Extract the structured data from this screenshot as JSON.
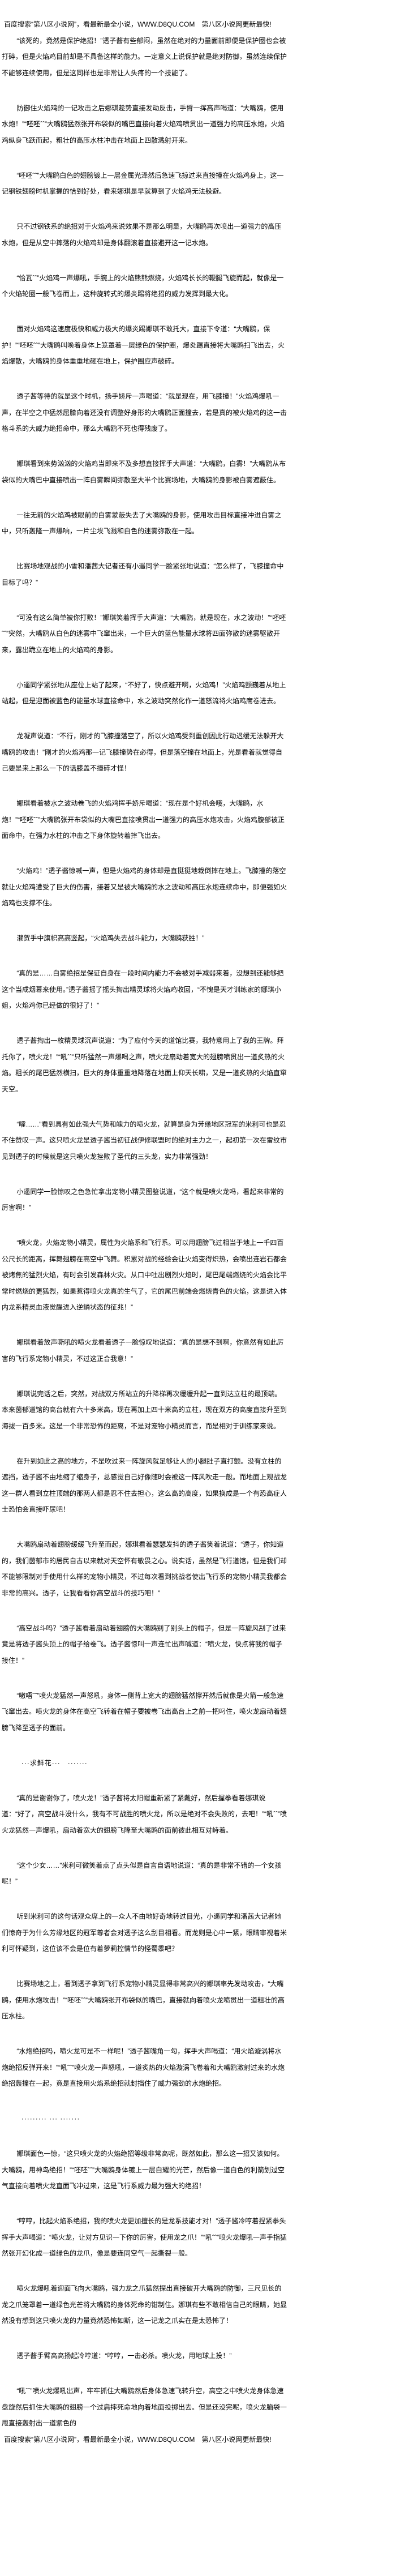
{
  "header": "百度搜索“第八区小说网”，看最新最全小说，WWW.D8QU.COM　第八区小说网更新最快!",
  "paragraphs": [
    "“该死的，竟然是保护绝招！”透子酱有些郁闷，虽然在绝对的力量面前即便是保护圈也会被打碎，但是火焰鸡目前却是不具备这样的能力。一定意义上说保护就是绝对防御，虽然连续保护不能够连续使用，但是这同样也是非常让人头疼的一个技能了。",
    "防御住火焰鸡的一记攻击之后娜琪趁势直接发动反击，手臂一挥高声喝道：“大嘴鸥，使用水炮！”“呸呸ˆˆ”大嘴鸥猛然张开布袋似的嘴巴直接向着火焰鸡喷贯出一道强力的高压水炮，火焰鸡纵身飞跃而起，粗壮的高压水柱冲击在地面上四散溅射开来。",
    "“呸呸ˆˆ”大嘴鸥白色的翅膀镀上一层金属光泽然后急速飞掠过来直接撞在火焰鸡身上，这一记钢铁翅膀时机掌握的恰到好处，看来娜琪是早就算到了火焰鸡无法躲避。",
    "只不过钢铁系的绝招对于火焰鸡来说效果不是那么明显，大嘴鸥再次喷出一道强力的高压水炮，但是从空中摔落的火焰鸡却是身体翻滚着直接避开这一记水炮。",
    "“恰瓦ˆˆ”火焰鸡一声爆吼，手腕上的火焰熊熊燃烧，火焰鸡长长的鞭腿飞旋而起，就像是一个火焰轮圈一般飞卷而上，这种旋转式的爆炎踢将绝招的威力发挥到最大化。",
    "面对火焰鸡这速度极快和威力极大的爆炎踢娜琪不敢托大，直接下令道：“大嘴鸥，保护！”“呸呸ˆˆ”大嘴鸥叫唤着身体上笼罩着一层绿色的保护圈，爆炎踢直接将大嘴鸥扫飞出去，火焰爆散，大嘴鸥的身体重重地砸在地上，保护圈应声破碎。",
    "透子酱等待的就是这个时机，扬手娇斥一声喝道：“就是现在，用飞膝撞！”火焰鸡爆吼一声，在半空之中猛然屈膝向着还没有调整好身形的大嘴鸥正面撞去，若是真的被火焰鸡的这一击格斗系的大威力绝招命中，那么大嘴鸥不死也得残废了。",
    "娜琪看到来势汹汹的火焰鸡当即来不及多想直接挥手大声道：“大嘴鸥，白雾！”大嘴鸥从布袋似的大嘴巴中直接喷出一阵白雾瞬间弥散至大半个比赛场地，大嘴鸥的身影被白雾遮蔽住。",
    "一往无前的火焰鸡被眼前的白雾蒙蔽失去了大嘴鸥的身影，使用攻击目标直接冲进白雾之中，只听轰隆一声爆响，一片尘埃飞溅和白色的迷雾弥散在一起。",
    "比赛场地观战的小雪和潘茜大记者还有小遥同学一脸紧张地说道：“怎么样了，飞膝撞命中目标了吗？”",
    "“可没有这么简单被你打败！”娜琪笑着挥手大声道：“大嘴鸥，就是现在，水之波动！”“呸呸ˆˆ”突然，大嘴鸥从白色的迷雾中飞窜出来，一个巨大的蓝色能量水球将四面弥散的迷雾驱散开来，露出跪立在地上的火焰鸡的身影。",
    "小遥同学紧张地从座位上站了起来，“不好了，快点避开啊，火焰鸡！”火焰鸡颤巍着从地上站起，但是迎面被蓝色的能量水球直接命中，水之波动突然化作一道怒流将火焰鸡席卷进去。",
    "龙凝声说道：“不行，刚才的飞膝撞落空了，所以火焰鸡受到重创因此行动迟缓无法躲开大嘴鸥的攻击！”刚才的火焰鸡那一记飞膝撞势在必得，但是落空撞在地面上，光是看着就觉得自己要是来上那么一下的话膝盖不撞碎才怪！",
    "娜琪看着被水之波动卷飞的火焰鸡挥手娇斥喝道：“现在是个好机会哦，大嘴鸥，水炮！”“呸呸ˆˆ”大嘴鸥张开布袋似的大嘴巴直接喷贯出一道强力的高压水炮攻击，火焰鸡腹部被正面命中，在强力水柱的冲击之下身体旋转着摔飞出去。",
    "“火焰鸡！”透子酱惊喊一声，但是火焰鸡的身体却是直挺挺地栽倒摔在地上。飞膝撞的落空就让火焰鸡遭受了巨大的伤害，接着又是被大嘴鸥的水之波动和高压水炮连续命中，即便强如火焰鸡也支撑不住。",
    "濑贺手中旗帜高高竖起，“火焰鸡失去战斗能力，大嘴鸥获胜！”",
    "“真的是……白雾绝招是保证自身在一段时间内能力不会被对手减弱来着，没想到还能够把这个当成烟幕来使用。”透子酱摇了摇头掏出精灵球将火焰鸡收回，“不愧是天才训练家的娜琪小姐，火焰鸡你已经做的很好了！”",
    "透子酱掏出一枚精灵球沉声说道：“为了应付今天的道馆比赛，我特意用上了我的王牌。拜托你了，喷火龙！”“吼ˆˆ”只听猛然一声爆喝之声，喷火龙扇动着宽大的翅膀喷贯出一道炙热的火焰。粗长的尾巴猛然横扫，巨大的身体重重地降落在地面上仰天长啸，又是一道炙热的火焰直窜天空。",
    "“嚯……”看到具有如此强大气势和魄力的喷火龙，就算是身为芳缘地区冠军的米利可也是忍不住赞叹一声。这只喷火龙是透子酱当初征战伊修联盟时的绝对主力之一，起初第一次在雷纹市见到透子的时候就是这只喷火龙挫败了圣代的三头龙，实力非常强劲！",
    "小遥同学一脸惊叹之色急忙拿出宠物小精灵图鉴说道，“这个就是喷火龙吗，看起来非常的厉害啊！”",
    "“喷火龙，火焰宠物小精灵，属性为火焰系和飞行系。可以用翅膀飞过相当于地上一千四百公尺长的距离，挥舞翅膀在高空中飞舞。积累对战的经验会让火焰变得炽热，会喷出连岩石都会被烤焦的猛烈火焰，有时会引发森林火灾。从口中吐出剧烈火焰时，尾巴尾端燃烧的火焰会比平常时燃烧的更猛烈，如果惹得喷火龙真的生气了，它的尾巴前端会燃烧青色的火焰，这是进入体内龙系精灵血液觉醒进入逆鳞状态的征兆！”",
    "娜琪看着放声嘶吼的喷火龙看着透子一脸惊叹地说道：“真的是想不到啊，你竟然有如此厉害的飞行系宠物小精灵，不过这正合我意！”",
    "娜琪说完话之后，突然，对战双方所站立的升降梯再次缓缓升起一直到达立柱的最顶端。本来茵郁道馆的高台就有六十多米高，现在再加上四十米高的立柱，现在双方的高度直接升至到海拔一百多米。这是一个非常恐怖的距离，不是对宠物小精灵而言，而是相对于训练家来说。",
    "在升到如此之高的地方，不是吹过来一阵旋风就足够让人的小腿肚子直打颤。没有立柱的遮挡，透子酱不由地缩了缩身子，总感觉自己好像随时会被这一阵风吹走一般。而地面上观战龙这一群人看到立柱顶端的那两人都是忍不住去担心，这么高的高度，如果换成是一个有恐高症人士恐怕会直接吓尿吧！",
    "大嘴鸥扇动着翅膀缓缓飞升至而起，娜琪看着瑟瑟发抖的透子酱笑着说道：“透子，你知道的，我们茵郁市的居民自古以来就对天空怀有敬畏之心。说实话，虽然是飞行道馆，但是我们却不能够限制对手使用什么样的宠物小精灵，不过每次看到挑战者使出飞行系的宠物小精灵我都会非常的高兴。透子，让我看看你高空战斗的技巧吧！”",
    "“高空战斗吗？”透子酱看着扇动着翅膀的大嘴鸥别了别头上的帽子，但是一阵旋风刮了过来竟是将透子酱头顶上的帽子给卷飞。透子酱惊叫一声连忙出声喊道：“喷火龙，快点将我的帽子接住！”",
    "“嗷唔ˆˆ”喷火龙猛然一声怒吼，身体一侧背上宽大的翅膀猛然撑开然后就像是火箭一般急速飞窜出去。喷火龙的身体在高空飞转着在帽子要被卷飞出高台上之前一把叼住，喷火龙扇动着翅膀飞降至透子的面前。",
    "···求鲜花···　·······",
    "“真的是谢谢你了，喷火龙！”透子酱将太阳帽重新紧了紧戴好，然后握拳看着娜琪说道：“好了，高空战斗没什么，我有不可战胜的喷火龙，所以是绝对不会失败的，去吧！”“吼ˆˆ”喷火龙猛然一声爆吼，扇动着宽大的翅膀飞降至大嘴鸥的面前彼此相互对峙着。",
    "“这个少女……”米利可微笑着点了点头似是自言自语地说道：“真的是非常不错的一个女孩呢！”",
    "听到米利可的这句话观众席上的一众人不由地好奇地转过目光，小遥同学和潘茜大记者她们惊奇于为什么芳缘地区的冠军尊者会对透子这么刮目相看。而龙则是心中一紧，眼睛审视着米利可怀疑到，这位该不会是位有着萝莉控情节的怪蜀黍吧？",
    "比赛场地之上，看到透子拿到飞行系宠物小精灵显得非常高兴的娜琪率先发动攻击，“大嘴鸥，使用水炮攻击！”“呸呸ˆˆ”大嘴鸥张开布袋似的嘴巴，直接就向着喷火龙喷贯出一道粗壮的高压水柱。",
    "“水炮绝招吗，喷火龙可是不一样呢！”透子酱嘴角一勾，挥手大声喝道：“用火焰漩涡将水炮绝招反弹开来！”“吼ˆˆ”喷火龙一声怒吼，一道炙热的火焰漩涡飞卷着和大嘴鸥激射过来的水炮绝招轰撞在一起，竟是直接用火焰系绝招就封挡住了威力强劲的水炮绝招。",
    "········· ··· ·······",
    "娜琪面色一惊，“这只喷火龙的火焰绝招等级非常高呢，既然如此，那么这一招又该如何。大嘴鸥，用神鸟绝招！”“呸呸ˆˆ”大嘴鸥身体镀上一层白耀的光芒，然后像一道白色的利箭划过空气直接向着喷火龙直面飞冲过来，这是飞行系威力最为强大的绝招！",
    "“哼哼，比起火焰系绝招，我的喷火龙更加擅长的是龙系技能才对！”透子酱冷哼着捏紧拳头挥手大声喝道：“喷火龙，让对方见识一下你的厉害，使用龙之爪！”“吼ˆˆ”喷火龙爆吼一声手指猛然张开幻化成一道绿色的龙爪，像是要连同空气一起撕裂一般。",
    "喷火龙爆吼着迎面飞向大嘴鸥，强力龙之爪猛然探出直接破开大嘴鸥的防御，三尺见长的龙之爪笼罩着一道绿色光芒将大嘴鸥的身体死命的钳制住。娜琪有些不敢相信自己的眼睛，她显然没有想到这只喷火龙的力量竟然恐怖如斯，这一记龙之爪实在是太恐怖了！",
    "透子酱手臂高高扬起冷哼道：“哼哼，一击必杀。喷火龙，用地球上投！”",
    "“吼ˆˆ”喷火龙爆吼出声，牢牢抓住大嘴鸥然后身体急速飞转升空，高空之中喷火龙身体急速盘旋然后抓住大嘴鸥的翅膀一个过肩摔死命地向着地面投掷出去。但是还没完呢，喷火龙脑袋一甩直接轰射出一道紫色的"
  ],
  "footer": "百度搜索“第八区小说网”，看最新最全小说，WWW.D8QU.COM　第八区小说网更新最快!"
}
